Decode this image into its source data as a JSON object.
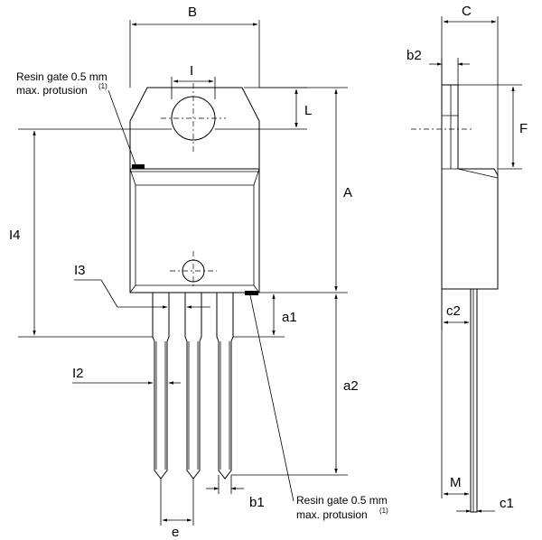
{
  "labels": {
    "B": "B",
    "C": "C",
    "I": "I",
    "L": "L",
    "b2": "b2",
    "F": "F",
    "A": "A",
    "I4": "I4",
    "I3": "I3",
    "a1": "a1",
    "c2": "c2",
    "a2": "a2",
    "I2": "I2",
    "M": "M",
    "b1": "b1",
    "c1": "c1",
    "e": "e"
  },
  "notes": {
    "top_line1": "Resin gate 0.5 mm",
    "top_line2": "max. protusion",
    "top_ref": "(1)",
    "bottom_line1": "Resin gate 0.5 mm",
    "bottom_line2": "max. protusion",
    "bottom_ref": "(1)"
  }
}
